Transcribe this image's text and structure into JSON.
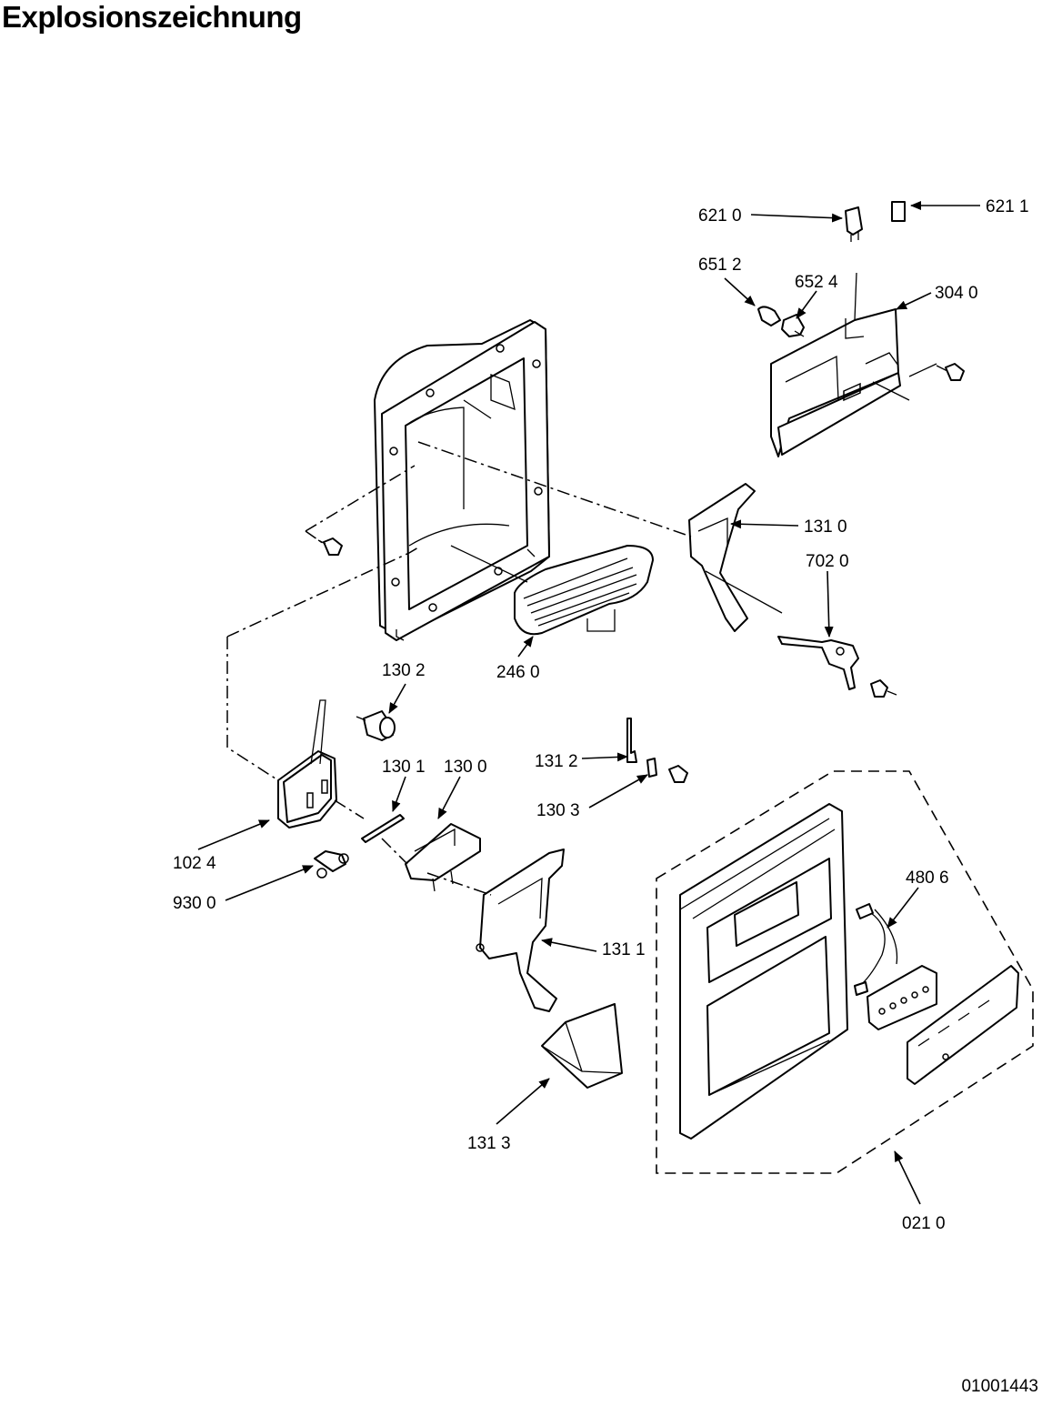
{
  "title": "Explosionszeichnung",
  "doc_number": "01001443",
  "part_labels": {
    "p6210": "621 0",
    "p6211": "621 1",
    "p6512": "651 2",
    "p6524": "652 4",
    "p3040": "304 0",
    "p1310": "131 0",
    "p7020": "702 0",
    "p1302": "130 2",
    "p2460": "246 0",
    "p1312": "131 2",
    "p1301": "130 1",
    "p1300": "130 0",
    "p1303": "130 3",
    "p1024": "102 4",
    "p9300": "930 0",
    "p4806": "480 6",
    "p1311": "131 1",
    "p1313": "131 3",
    "p0210": "021 0"
  }
}
